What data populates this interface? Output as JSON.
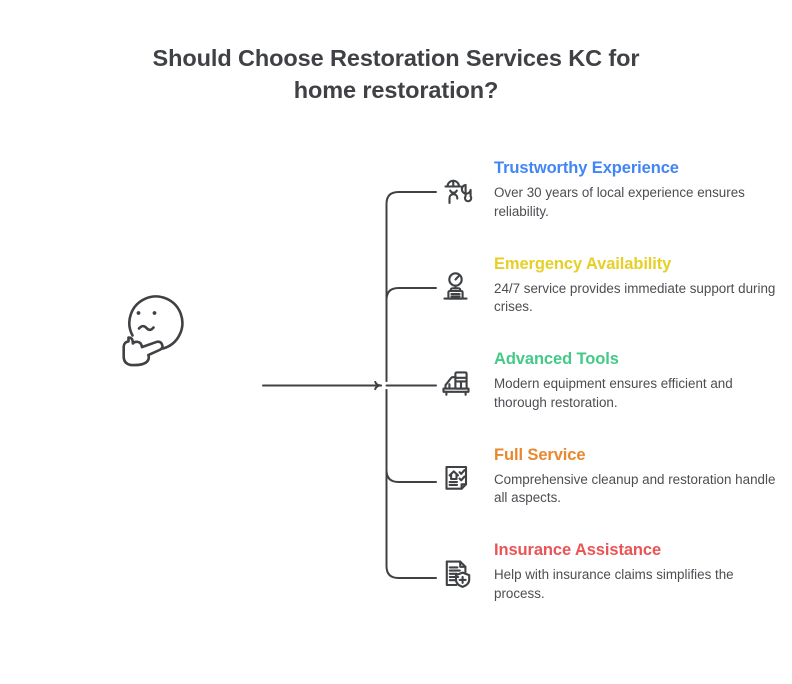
{
  "title": {
    "line1": "Should Choose Restoration Services KC for",
    "line2": "home restoration?"
  },
  "center": {
    "icon_name": "thinking-face-illustration",
    "stroke_color": "#3f4145"
  },
  "connectors": {
    "stroke_color": "#3f4145",
    "style": "rounded-tree"
  },
  "branches": [
    {
      "id": "trustworthy-experience",
      "title": "Trustworthy Experience",
      "description": "Over 30 years of local experience ensures reliability.",
      "color": "#4285f4",
      "icon_name": "worker-hardhat-wrench-icon"
    },
    {
      "id": "emergency-availability",
      "title": "Emergency Availability",
      "description": "24/7 service provides immediate support during crises.",
      "color": "#e6cf26",
      "icon_name": "gauge-meter-stand-icon"
    },
    {
      "id": "advanced-tools",
      "title": "Advanced Tools",
      "description": "Modern equipment ensures efficient and thorough restoration.",
      "color": "#45c988",
      "icon_name": "machine-equipment-platform-icon"
    },
    {
      "id": "full-service",
      "title": "Full Service",
      "description": "Comprehensive cleanup and restoration handle all aspects.",
      "color": "#e8882e",
      "icon_name": "house-checklist-document-icon"
    },
    {
      "id": "insurance-assistance",
      "title": "Insurance Assistance",
      "description": "Help with insurance claims simplifies the process.",
      "color": "#ea5455",
      "icon_name": "document-shield-plus-icon"
    }
  ]
}
